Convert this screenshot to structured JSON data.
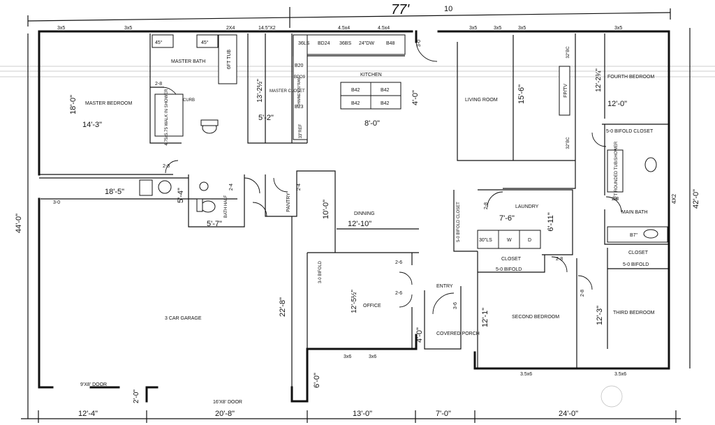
{
  "overall": {
    "width": "77'",
    "width_break": "10",
    "depth": "44'-0\"",
    "depth_right": "42'-0\"",
    "right_note": "4X2"
  },
  "rooms": {
    "master_bedroom": {
      "name": "MASTER BEDROOM",
      "dim_w": "14'-3\"",
      "dim_h": "18'-0\""
    },
    "master_bath": {
      "name": "MASTER BATH",
      "tub": "6FT TUB",
      "corner_left": "45°",
      "corner_right": "45°",
      "shower": "4.75x5.75 WALK IN SHOWER",
      "curb": "CURB"
    },
    "master_closet": {
      "name": "MASTER CLOSET",
      "dim_h": "13'-2½\"",
      "dim_w": "5'-2\""
    },
    "kitchen": {
      "name": "KITCHEN",
      "cabinets": [
        "36LS",
        "BD24",
        "36BS",
        "24\"DW",
        "B48"
      ],
      "wall_cabs": [
        "B20",
        "BPO9",
        "B23"
      ],
      "chimney": "CHIMNEY 30\"RAN",
      "ref": "33\"REF",
      "island": [
        "B42",
        "B42",
        "B42",
        "B42"
      ],
      "island_dim": "8'-0\"",
      "open_dim": "4'-0\""
    },
    "living_room": {
      "name": "LIVING ROOM",
      "dim": "15'-6\"",
      "fireplace": "FP/TV",
      "bc_top": "32\"BC",
      "bc_bottom": "32\"BC",
      "door": "3-0"
    },
    "fourth_bedroom": {
      "name": "FOURTH BEDROOM",
      "dim_h": "12'-2¾\"",
      "dim_w": "12'-0\"",
      "closet": "5-0 BIFOLD CLOSET"
    },
    "hall": {
      "dim": "18'-5\"",
      "door": "2-8"
    },
    "half_bath": {
      "name": "BATH HALF",
      "dim_h": "5'-4\"",
      "dim_w": "5'-7\"",
      "door": "2-4"
    },
    "pantry": {
      "name": "PANTRY",
      "door": "2-4"
    },
    "dining": {
      "name": "DINNING",
      "dim_w": "12'-10\"",
      "dim_h": "10'-0\""
    },
    "laundry": {
      "name": "LAUNDRY",
      "dim_w": "7'-6\"",
      "dim_h": "6'-11\"",
      "closet_side": "5-0 BIFOLD CLOSET",
      "door": "2-8",
      "items": [
        "30\"LS",
        "W",
        "D"
      ]
    },
    "main_bath": {
      "name": "MAIN BATH",
      "shower": "5FT ROUNDED TUB/SHOWER",
      "tub": "B7\"",
      "door": "2-8"
    },
    "office": {
      "name": "OFFICE",
      "dim": "12'-5½\"",
      "bifold": "3-0 BIFOLD",
      "door_a": "2-6",
      "door_b": "2-6"
    },
    "entry": {
      "name": "ENTRY",
      "door": "3-6"
    },
    "porch": {
      "name": "COVERED PORCH",
      "dim": "4'-0\""
    },
    "garage": {
      "name": "3 CAR GARAGE",
      "dim_h": "22'-8\"",
      "door_small": "9'X8' DOOR",
      "door_large": "16'X8' DOOR",
      "door_side": "3-0",
      "dim_left": "2'-0\""
    },
    "second_bedroom": {
      "name": "SECOND BEDROOM",
      "dim": "12'-1\"",
      "closet": "CLOSET",
      "closet_door": "5-0 BIFOLD",
      "door": "2-8"
    },
    "third_bedroom": {
      "name": "THIRD BEDROOM",
      "dim": "12'-3\"",
      "closet": "CLOSET",
      "closet_door": "5-0 BIFOLD",
      "door": "2-8"
    },
    "closet_gap": {
      "dim": "6'-0\""
    }
  },
  "windows": {
    "top": [
      "3x5",
      "3x5",
      "2X4",
      "14.5\"X2",
      "4.5x4",
      "4.5x4",
      "3x5",
      "3x5",
      "3x5",
      "3x5"
    ],
    "bottom": [
      "3x6",
      "3x6",
      "3.5x6",
      "3.5x6"
    ]
  },
  "bottom_dims": [
    "12'-4\"",
    "20'-8\"",
    "13'-0\"",
    "7'-0\"",
    "24'-0\""
  ]
}
